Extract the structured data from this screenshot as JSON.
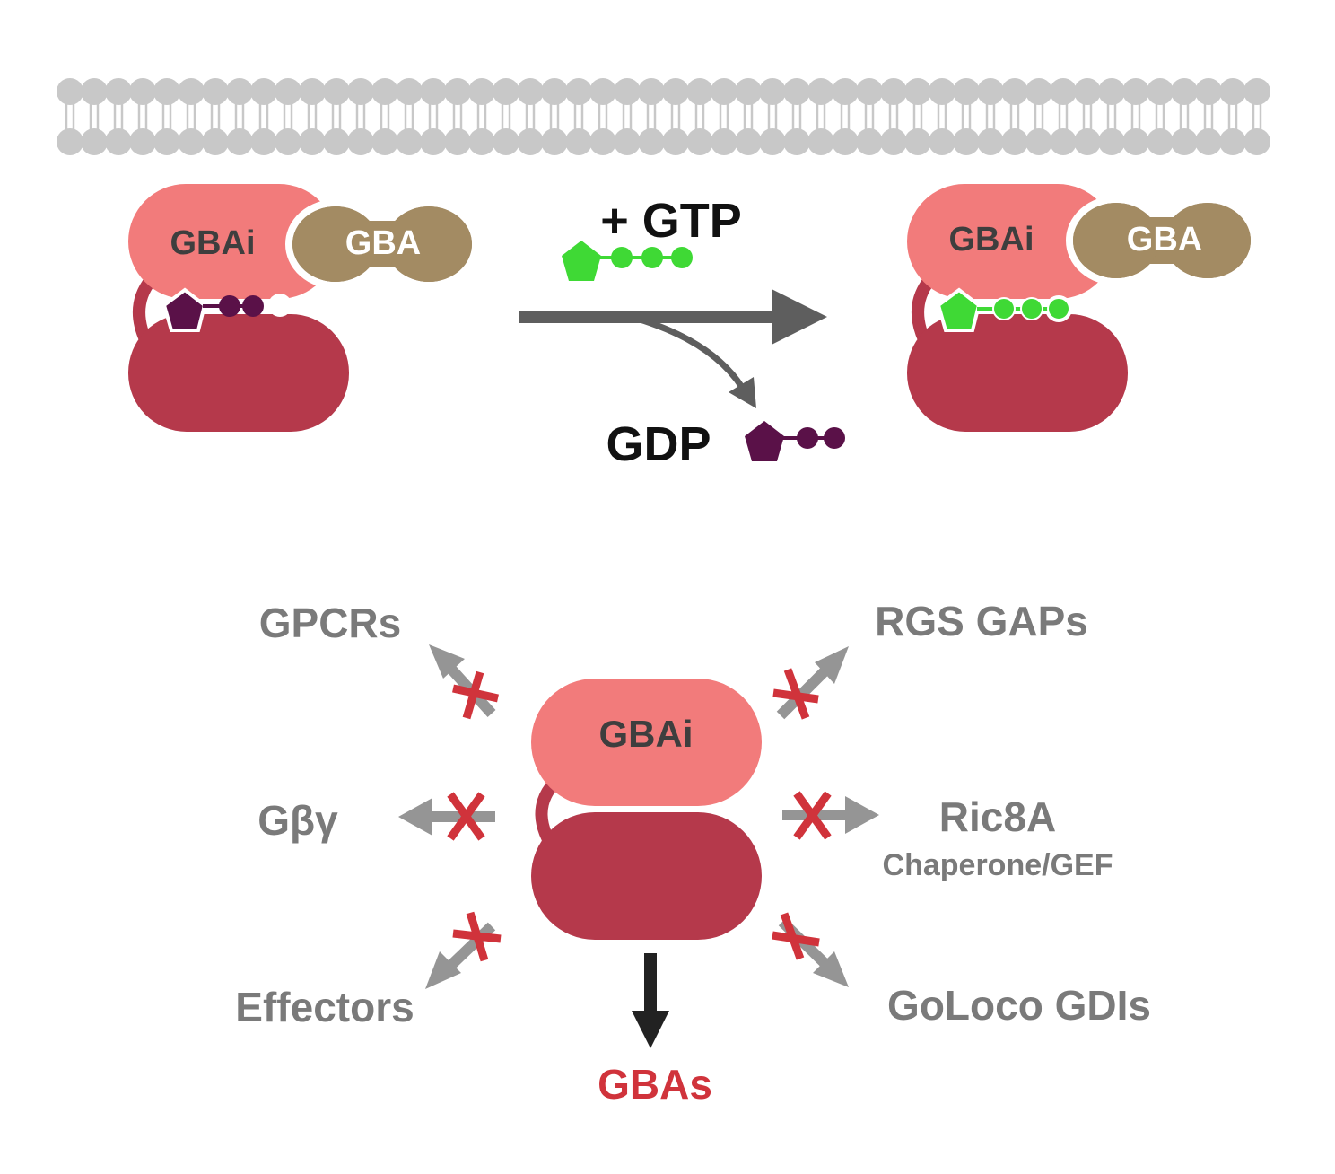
{
  "colors": {
    "lipid": "#c8c8c8",
    "gbai": "#f27b7b",
    "galpha_lower": "#b5394b",
    "gba": "#a38b63",
    "gdp": "#5a1148",
    "gtp": "#3fd935",
    "arrow_dark": "#5e5e5e",
    "arrow_gray": "#959595",
    "x_red": "#d0333b",
    "label_gray": "#7a7a7a",
    "label_black": "#111111",
    "gbas_red": "#d0333b"
  },
  "top": {
    "left_complex": {
      "gbai_label": "GBAi",
      "gba_label": "GBA"
    },
    "right_complex": {
      "gbai_label": "GBAi",
      "gba_label": "GBA"
    },
    "gtp_label": "+ GTP",
    "gdp_label": "GDP"
  },
  "bottom": {
    "center_label": "GBAi",
    "partners": {
      "gpcrs": "GPCRs",
      "rgs_gaps": "RGS GAPs",
      "gbg": "Gβγ",
      "ric8a": "Ric8A",
      "ric8a_sub": "Chaperone/GEF",
      "effectors": "Effectors",
      "goloco": "GoLoco GDIs"
    },
    "gbas_label": "GBAs"
  }
}
